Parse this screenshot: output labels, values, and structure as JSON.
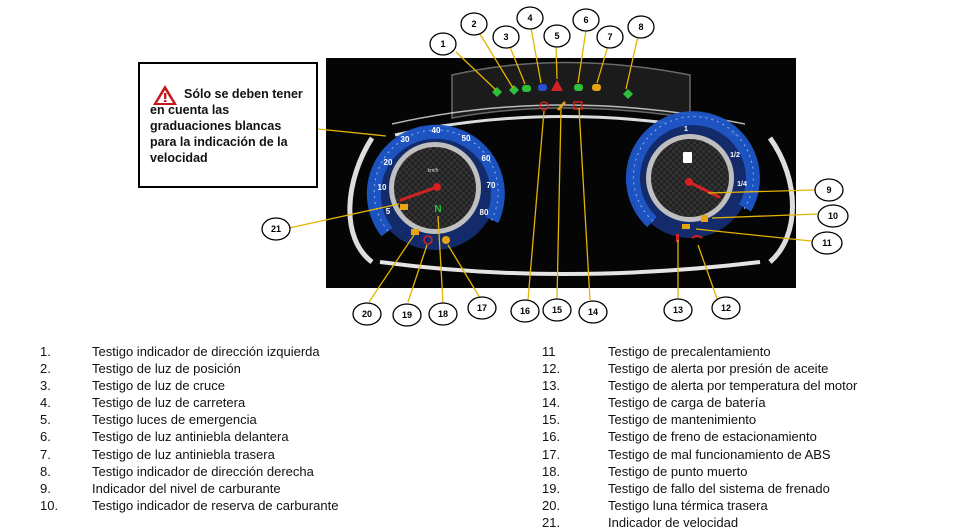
{
  "warning_text": "Sólo se deben tener en cuenta las graduaciones blancas para la indicación de la velocidad",
  "speedometer": {
    "ticks": [
      "5",
      "10",
      "20",
      "30",
      "40",
      "50",
      "60",
      "70",
      "80"
    ],
    "ring_color": "#1d56c7",
    "needle_color": "#d42222"
  },
  "fuel_gauge": {
    "ticks": [
      "1",
      "1/2",
      "1/4"
    ],
    "ring_color": "#1d56c7",
    "needle_color": "#d42222"
  },
  "neutral_indicator": "N",
  "callouts": [
    "1",
    "2",
    "3",
    "4",
    "5",
    "6",
    "7",
    "8",
    "9",
    "10",
    "11",
    "12",
    "13",
    "14",
    "15",
    "16",
    "17",
    "18",
    "19",
    "20",
    "21"
  ],
  "legend_left": [
    {
      "num": "1.",
      "text": "Testigo indicador de dirección izquierda"
    },
    {
      "num": "2.",
      "text": "Testigo de luz de posición"
    },
    {
      "num": "3.",
      "text": "Testigo de luz de cruce"
    },
    {
      "num": "4.",
      "text": "Testigo de luz de carretera"
    },
    {
      "num": "5.",
      "text": "Testigo luces de emergencia"
    },
    {
      "num": "6.",
      "text": "Testigo de luz antiniebla delantera"
    },
    {
      "num": "7.",
      "text": "Testigo de luz antiniebla trasera"
    },
    {
      "num": "8.",
      "text": "Testigo indicador de dirección derecha"
    },
    {
      "num": "9.",
      "text": "Indicador del nivel de carburante"
    },
    {
      "num": "10.",
      "text": "Testigo indicador de reserva de carburante"
    }
  ],
  "legend_right": [
    {
      "num": "11",
      "text": "Testigo de precalentamiento"
    },
    {
      "num": "12.",
      "text": "Testigo de alerta por presión de aceite"
    },
    {
      "num": "13.",
      "text": "Testigo de alerta por temperatura del motor"
    },
    {
      "num": "14.",
      "text": "Testigo de carga de batería"
    },
    {
      "num": "15.",
      "text": "Testigo de mantenimiento"
    },
    {
      "num": "16.",
      "text": "Testigo de freno de estacionamiento"
    },
    {
      "num": "17.",
      "text": "Testigo de mal funcionamiento de ABS"
    },
    {
      "num": "18.",
      "text": "Testigo de punto muerto"
    },
    {
      "num": "19.",
      "text": "Testigo de fallo del sistema de frenado"
    },
    {
      "num": "20.",
      "text": "Testigo luna térmica trasera"
    },
    {
      "num": "21.",
      "text": "Indicador de velocidad"
    }
  ]
}
